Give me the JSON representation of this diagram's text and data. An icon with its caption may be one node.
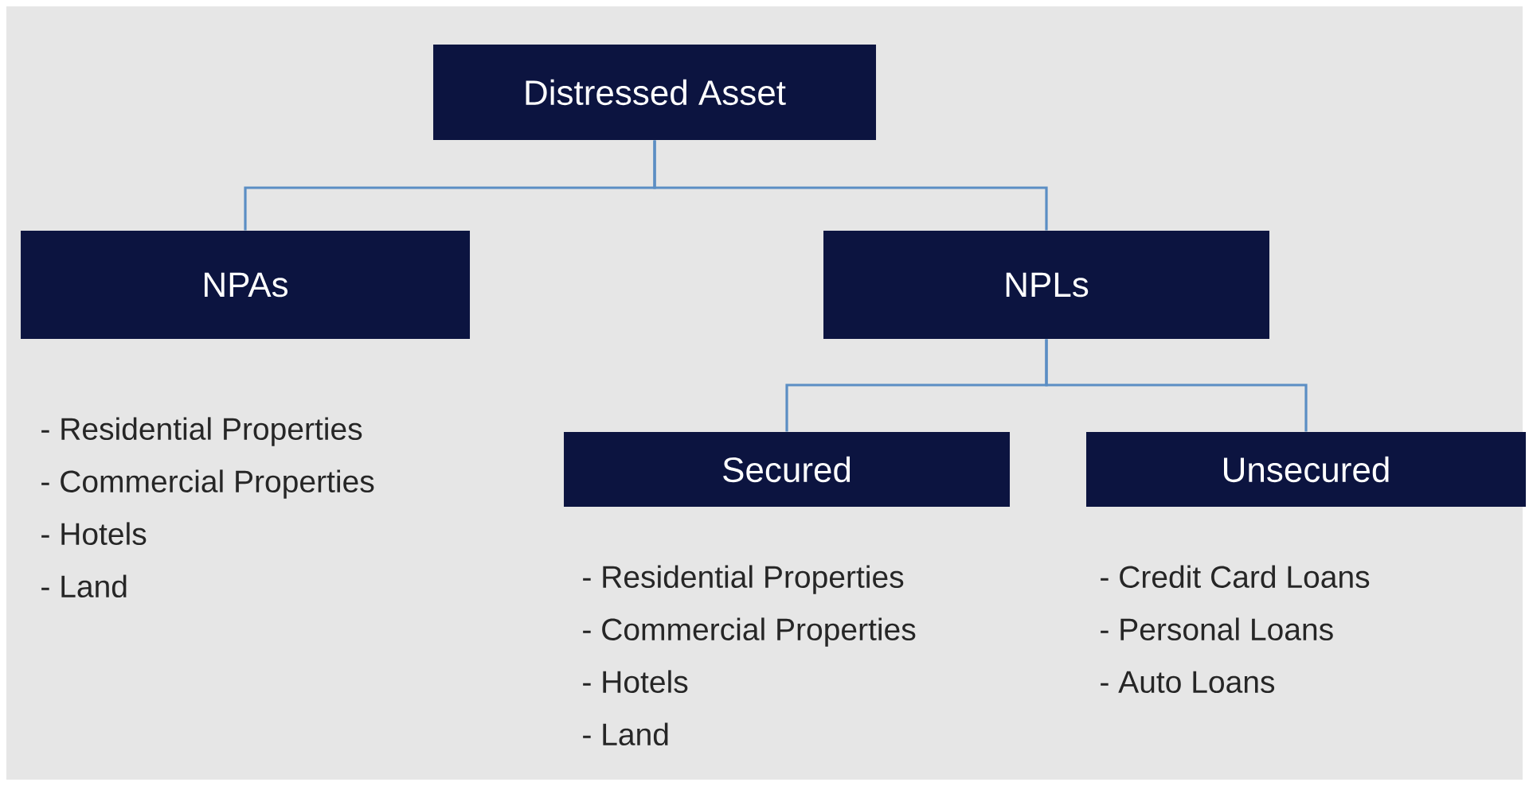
{
  "diagram": {
    "nodes": [
      {
        "text": [
          "Distressed Asset"
        ]
      },
      {
        "text": [
          "NPAs"
        ],
        "beside": [
          "- Residential Properties",
          "- Commercial Properties",
          "- Hotels",
          "- Land"
        ]
      },
      {
        "text": [
          "NPLs"
        ]
      },
      {
        "text": [
          "Secured"
        ],
        "beside": [
          "- Residential Properties",
          "- Commercial Properties",
          "- Hotels",
          "- Land"
        ]
      },
      {
        "text": [
          "Unsecured"
        ],
        "beside": [
          "- Credit Card Loans",
          "- Personal Loans",
          "- Auto Loans"
        ]
      }
    ],
    "edges": [
      {
        "from": 0,
        "to": 1,
        "arrow": "none"
      },
      {
        "from": 0,
        "to": 2,
        "arrow": "none"
      },
      {
        "from": 2,
        "to": 3,
        "arrow": "none"
      },
      {
        "from": 2,
        "to": 4,
        "arrow": "none"
      }
    ]
  }
}
